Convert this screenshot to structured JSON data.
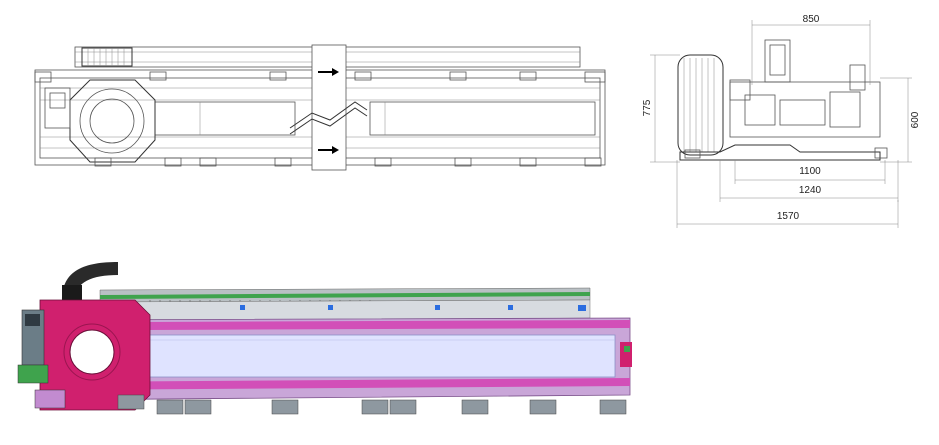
{
  "dimensions": {
    "width_top": "850",
    "height_left": "775",
    "height_right": "600",
    "width_1": "1100",
    "width_2": "1240",
    "width_3": "1570"
  },
  "colors": {
    "carriage": "#d0206e",
    "frame": "#c9a6d8",
    "beam": "#dfe3ff",
    "rail_green": "#3fa34d",
    "accent_blue": "#2b6de0"
  }
}
